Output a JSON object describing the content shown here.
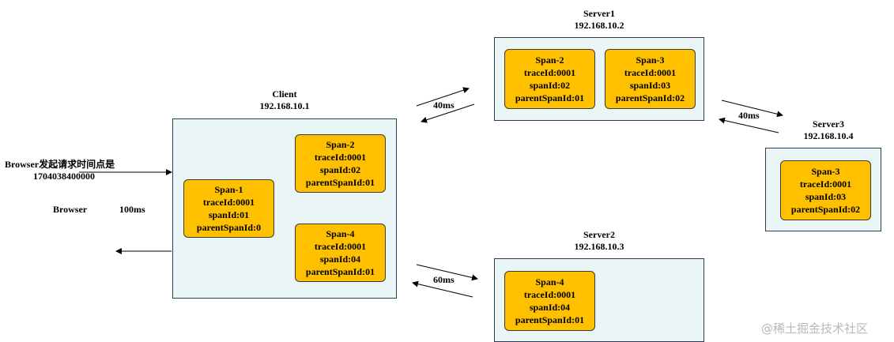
{
  "browser": {
    "request_line1": "Browser发起请求时间点是",
    "request_line2": "1704038400000",
    "name": "Browser",
    "duration": "100ms"
  },
  "client": {
    "name": "Client",
    "ip": "192.168.10.1",
    "spans": [
      {
        "title": "Span-1",
        "trace": "traceId:0001",
        "span": "spanId:01",
        "parent": "parentSpanId:0"
      },
      {
        "title": "Span-2",
        "trace": "traceId:0001",
        "span": "spanId:02",
        "parent": "parentSpanId:01"
      },
      {
        "title": "Span-4",
        "trace": "traceId:0001",
        "span": "spanId:04",
        "parent": "parentSpanId:01"
      }
    ]
  },
  "server1": {
    "name": "Server1",
    "ip": "192.168.10.2",
    "spans": [
      {
        "title": "Span-2",
        "trace": "traceId:0001",
        "span": "spanId:02",
        "parent": "parentSpanId:01"
      },
      {
        "title": "Span-3",
        "trace": "traceId:0001",
        "span": "spanId:03",
        "parent": "parentSpanId:02"
      }
    ]
  },
  "server2": {
    "name": "Server2",
    "ip": "192.168.10.3",
    "spans": [
      {
        "title": "Span-4",
        "trace": "traceId:0001",
        "span": "spanId:04",
        "parent": "parentSpanId:01"
      }
    ]
  },
  "server3": {
    "name": "Server3",
    "ip": "192.168.10.4",
    "spans": [
      {
        "title": "Span-3",
        "trace": "traceId:0001",
        "span": "spanId:03",
        "parent": "parentSpanId:02"
      }
    ]
  },
  "links": {
    "client_server1": "40ms",
    "server1_server3": "40ms",
    "client_server2": "60ms"
  },
  "watermark": "@稀土掘金技术社区"
}
